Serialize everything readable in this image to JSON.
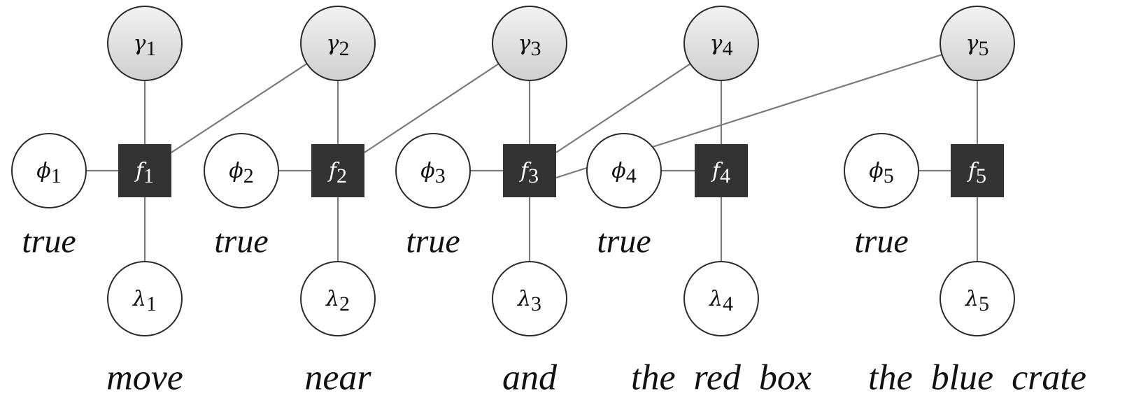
{
  "units": [
    {
      "gamma": "γ",
      "phi": "ϕ",
      "factor": "f",
      "lambda": "λ",
      "index": "1",
      "truth_label": "true",
      "word": "move"
    },
    {
      "gamma": "γ",
      "phi": "ϕ",
      "factor": "f",
      "lambda": "λ",
      "index": "2",
      "truth_label": "true",
      "word": "near"
    },
    {
      "gamma": "γ",
      "phi": "ϕ",
      "factor": "f",
      "lambda": "λ",
      "index": "3",
      "truth_label": "true",
      "word": "and"
    },
    {
      "gamma": "γ",
      "phi": "ϕ",
      "factor": "f",
      "lambda": "λ",
      "index": "4",
      "truth_label": "true",
      "word": "the  red  box"
    },
    {
      "gamma": "γ",
      "phi": "ϕ",
      "factor": "f",
      "lambda": "λ",
      "index": "5",
      "truth_label": "true",
      "word": "the  blue  crate"
    }
  ],
  "links": [
    {
      "factor": 1,
      "gamma": 2
    },
    {
      "factor": 2,
      "gamma": 3
    },
    {
      "factor": 3,
      "gamma": 4
    },
    {
      "factor": 3,
      "gamma": 5
    }
  ]
}
